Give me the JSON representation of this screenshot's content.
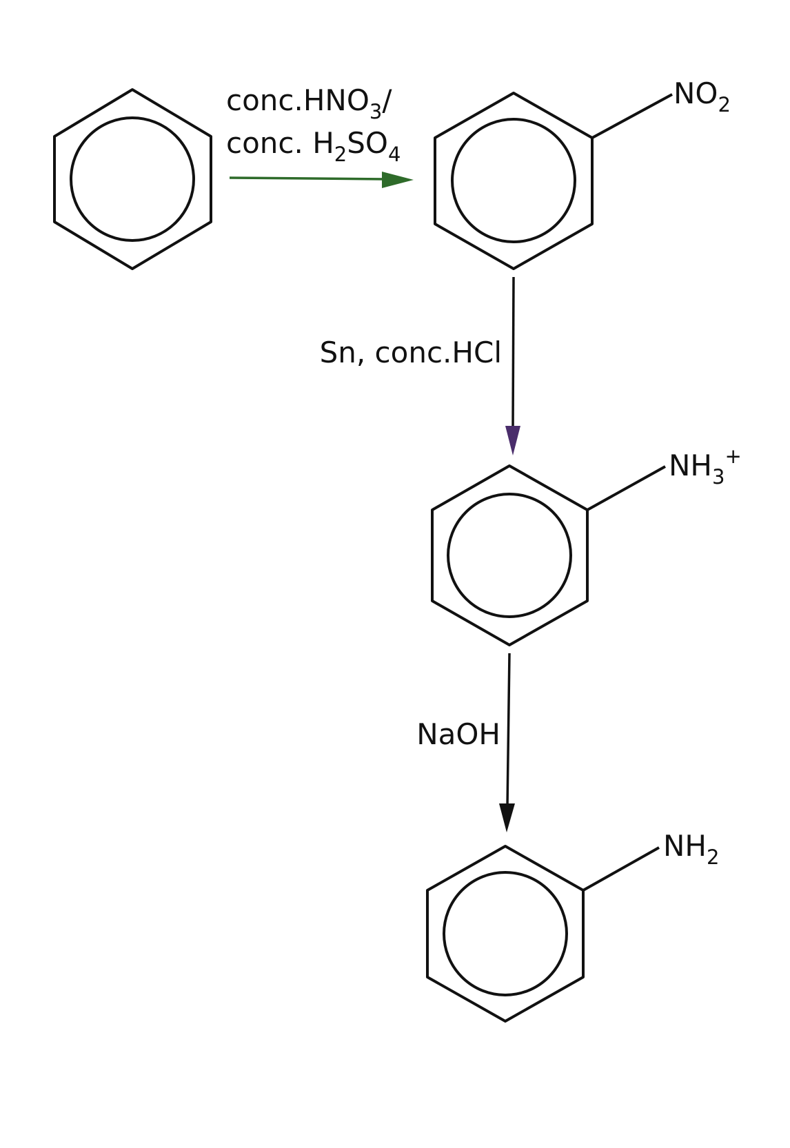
{
  "colors": {
    "ink": "#111111",
    "arrow_nitration": "#2e6b2a",
    "arrow_reduction": "#4a2d6b",
    "arrow_neutralize": "#111111"
  },
  "reagents": {
    "step1_line1": {
      "main": "conc.HNO",
      "sub": "3",
      "tail": "/"
    },
    "step1_line2": {
      "main": "conc. H",
      "sub": "2",
      "mid": "SO",
      "sub2": "4"
    },
    "step2": "Sn, conc.HCl",
    "step3": "NaOH"
  },
  "groups": {
    "nitro": {
      "main": "NO",
      "sub": "2"
    },
    "ammonium": {
      "main": "NH",
      "sub": "3",
      "sup": "+"
    },
    "amine": {
      "main": "NH",
      "sub": "2"
    }
  }
}
